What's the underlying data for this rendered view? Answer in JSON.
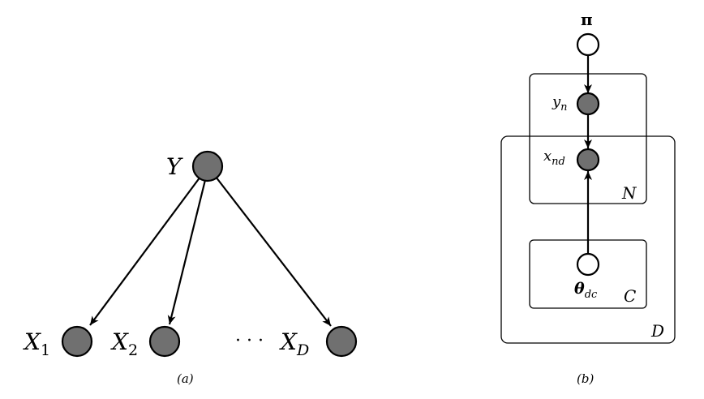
{
  "panel_a": {
    "caption": "(a)",
    "nodes": [
      {
        "id": "Y",
        "name": "Y",
        "sub": "",
        "type": "observed"
      },
      {
        "id": "X1",
        "name": "X",
        "sub": "1",
        "type": "observed"
      },
      {
        "id": "X2",
        "name": "X",
        "sub": "2",
        "type": "observed"
      },
      {
        "id": "XD",
        "name": "X",
        "sub": "D",
        "type": "observed"
      }
    ],
    "ellipsis": "· · ·",
    "edges": [
      [
        "Y",
        "X1"
      ],
      [
        "Y",
        "X2"
      ],
      [
        "Y",
        "XD"
      ]
    ]
  },
  "panel_b": {
    "caption": "(b)",
    "nodes": [
      {
        "id": "pi",
        "name": "π",
        "sub": "",
        "type": "latent"
      },
      {
        "id": "yn",
        "name": "y",
        "sub": "n",
        "type": "observed"
      },
      {
        "id": "xnd",
        "name": "x",
        "sub": "nd",
        "type": "observed"
      },
      {
        "id": "theta",
        "name": "θ",
        "sub": "dc",
        "type": "latent"
      }
    ],
    "plates": [
      {
        "id": "N",
        "label": "N"
      },
      {
        "id": "D",
        "label": "D"
      },
      {
        "id": "C",
        "label": "C"
      }
    ],
    "edges": [
      [
        "pi",
        "yn"
      ],
      [
        "yn",
        "xnd"
      ],
      [
        "theta",
        "xnd"
      ]
    ]
  },
  "colors": {
    "observed_fill": "#707070",
    "latent_fill": "#ffffff",
    "stroke": "#000000"
  }
}
